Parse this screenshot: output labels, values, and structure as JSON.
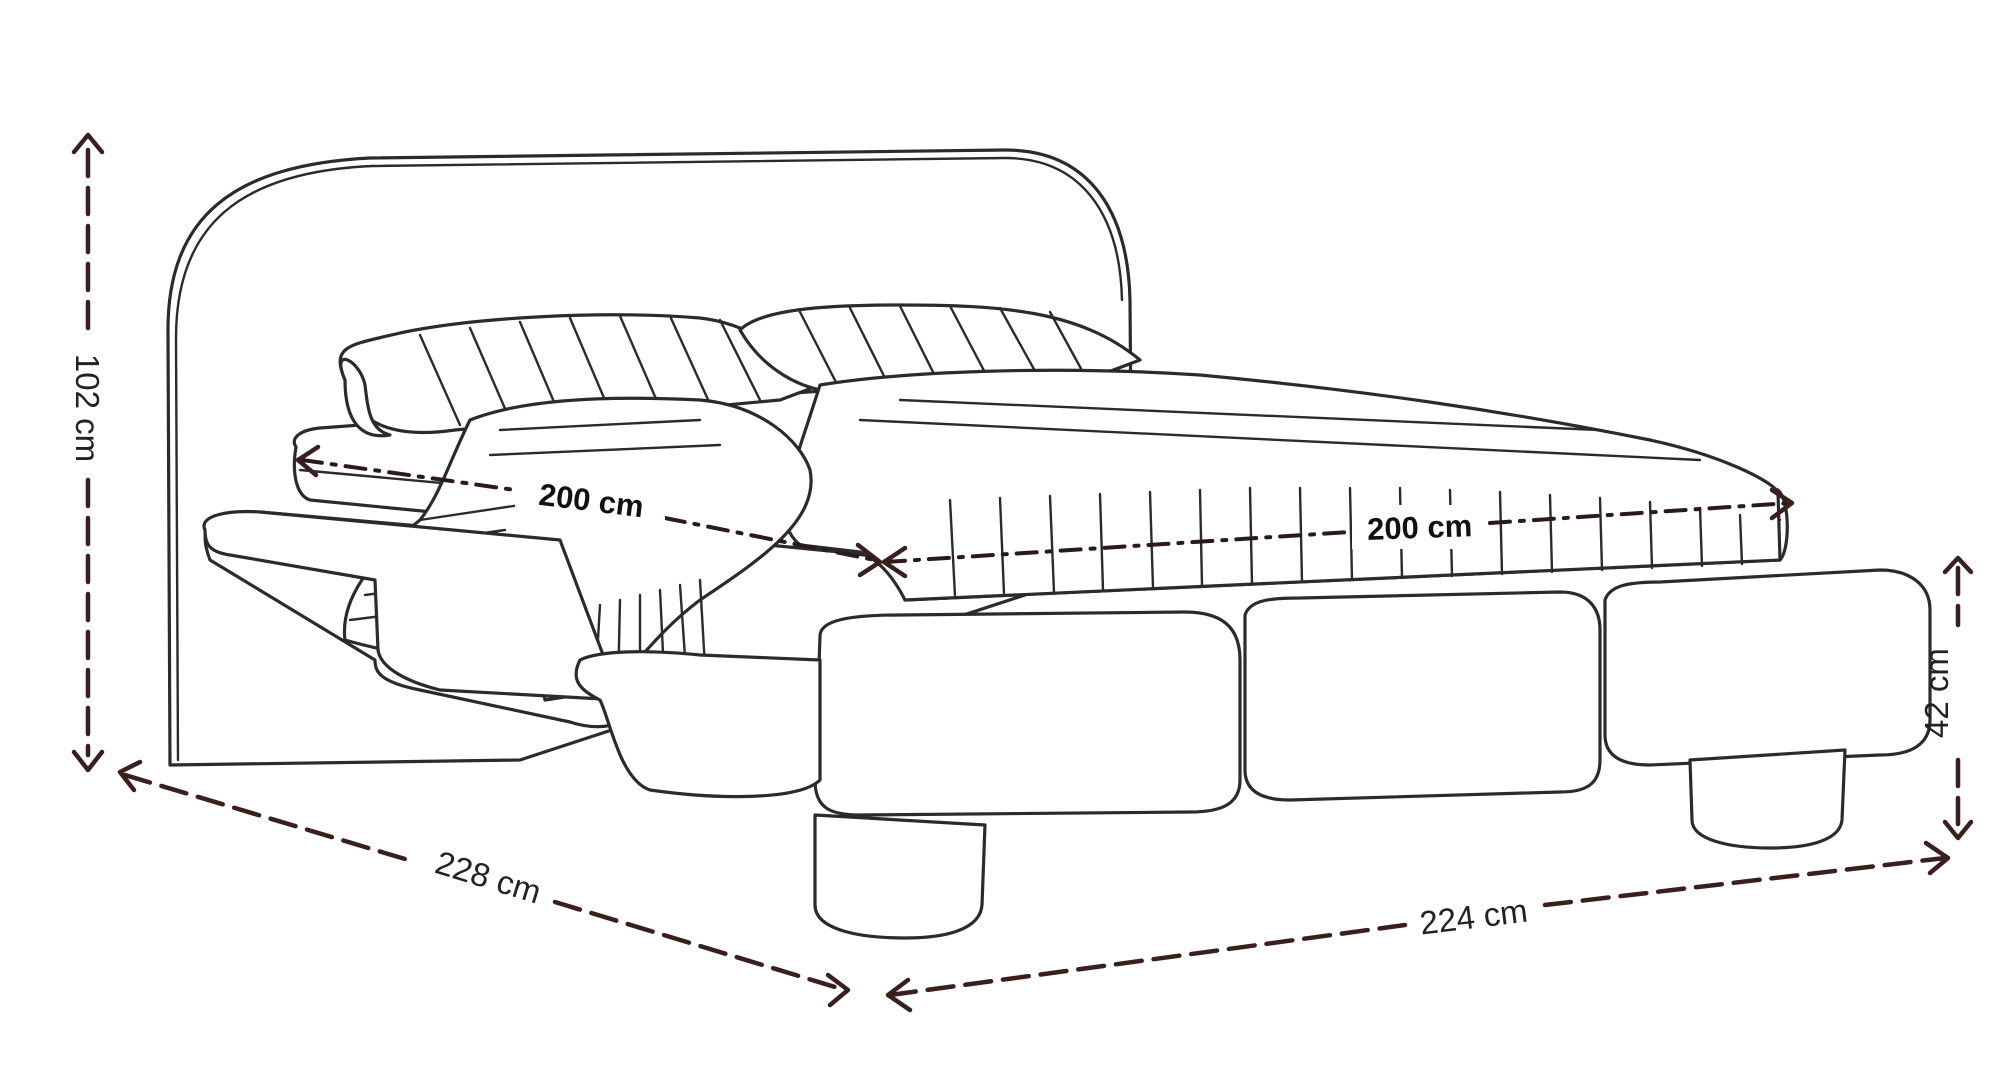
{
  "dimensions": {
    "height": "102 cm",
    "depth": "228 cm",
    "width": "224 cm",
    "base_height": "42 cm",
    "mattress_length": "200 cm",
    "mattress_width": "200 cm"
  },
  "colors": {
    "line": "#2b2b2b",
    "dimension": "#3a1f1f",
    "background": "#ffffff"
  }
}
